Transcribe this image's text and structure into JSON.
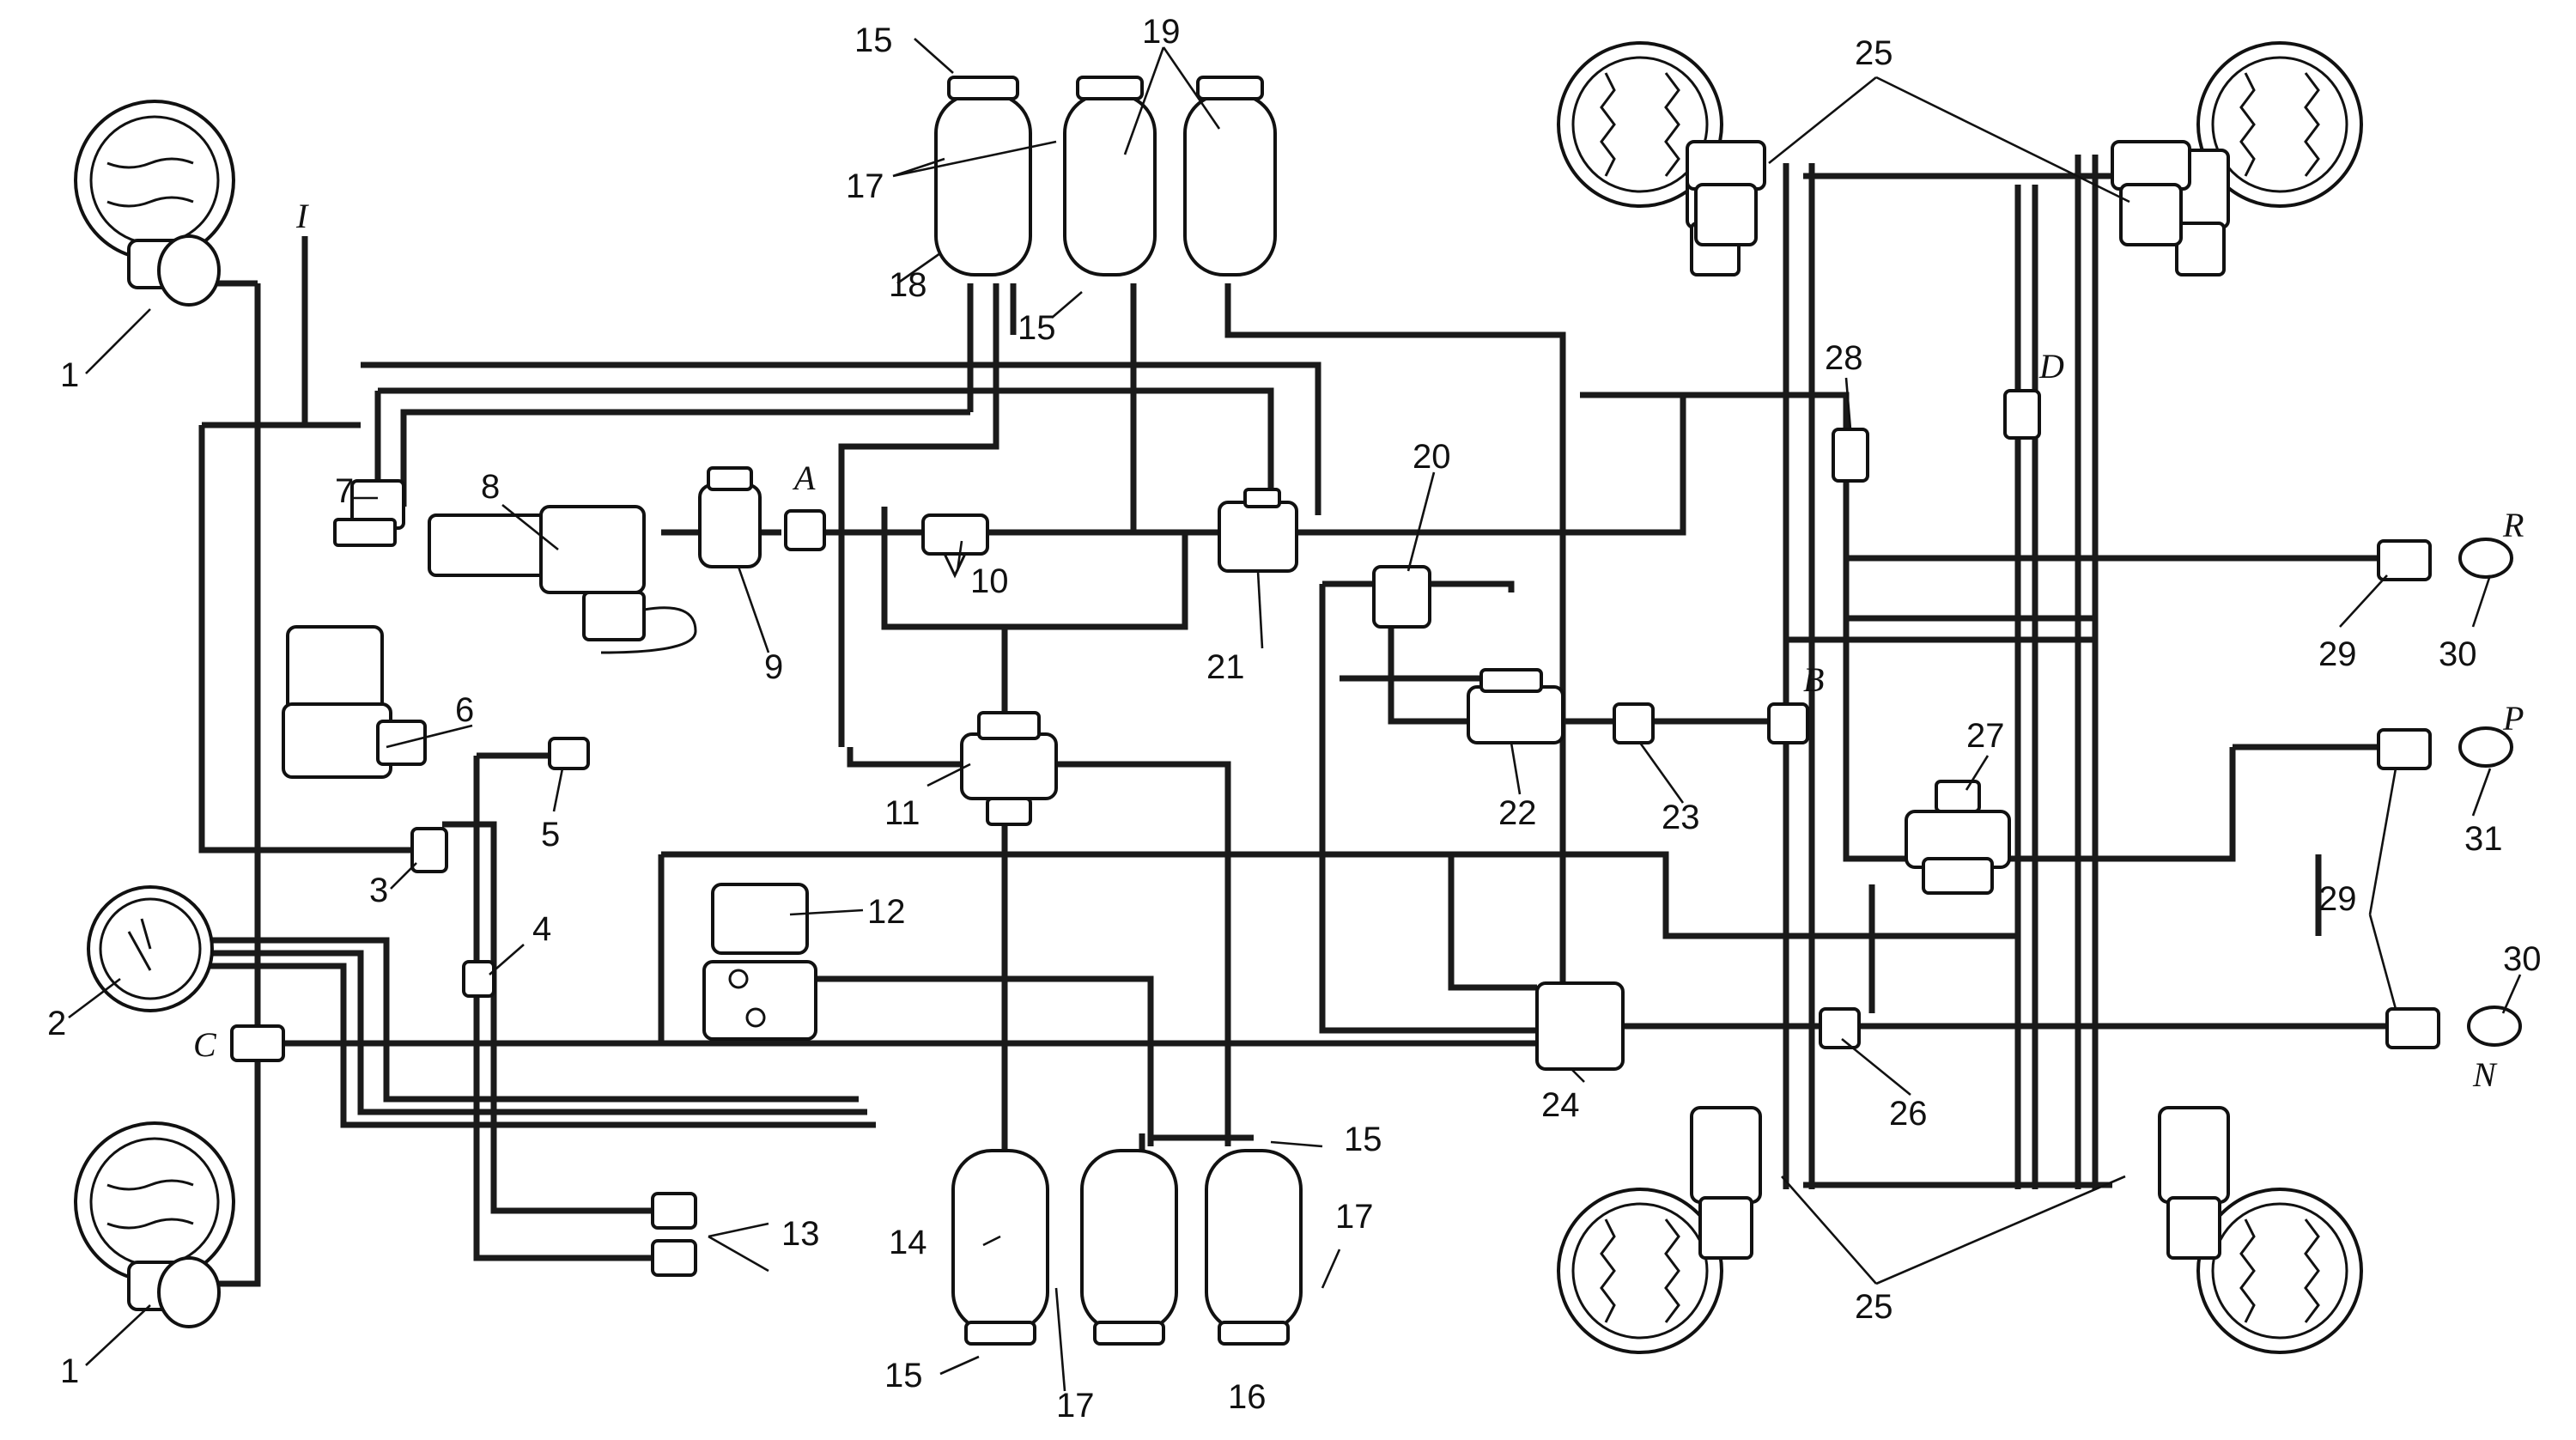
{
  "diagram": {
    "callouts": {
      "c1a": "1",
      "c1b": "1",
      "c2": "2",
      "c3": "3",
      "c4": "4",
      "c5": "5",
      "c6": "6",
      "c7": "7",
      "c8": "8",
      "c9": "9",
      "c10": "10",
      "c11": "11",
      "c12": "12",
      "c13": "13",
      "c14": "14",
      "c15a": "15",
      "c15b": "15",
      "c15c": "15",
      "c15d": "15",
      "c16": "16",
      "c17a": "17",
      "c17b": "17",
      "c17c": "17",
      "c18": "18",
      "c19": "19",
      "c20": "20",
      "c21": "21",
      "c22": "22",
      "c23": "23",
      "c24": "24",
      "c25a": "25",
      "c25b": "25",
      "c26": "26",
      "c27": "27",
      "c28": "28",
      "c29a": "29",
      "c29b": "29",
      "c30a": "30",
      "c30b": "30",
      "c31": "31"
    },
    "ports": {
      "I": "I",
      "A": "A",
      "B": "B",
      "C": "C",
      "D": "D",
      "R": "R",
      "P": "P",
      "N": "N"
    },
    "colors": {
      "ink": "#111111",
      "paper": "#ffffff"
    }
  }
}
